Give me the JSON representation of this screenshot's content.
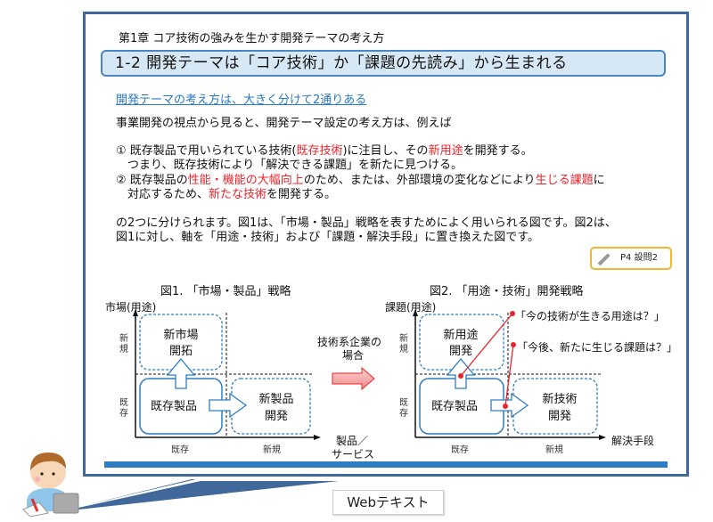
{
  "chapter": "第1章 コア技術の強みを生かす開発テーマの考え方",
  "section_title": "1-2 開発テーマは「コア技術」か「課題の先読み」から生まれる",
  "subhead": "開発テーマの考え方は、大きく分けて2通りある",
  "intro": "事業開発の視点から見ると、開発テーマ設定の考え方は、例えば",
  "item1": {
    "line1_a": "① 既存製品で用いられている技術(",
    "line1_red1": "既存技術",
    "line1_b": ")に注目し、その",
    "line1_red2": "新用途",
    "line1_c": "を開発する。",
    "line2": "　つまり、既存技術により「解決できる課題」を新たに見つける。"
  },
  "item2": {
    "line1_a": "② 既存製品の",
    "line1_red1": "性能・機能の大幅向上",
    "line1_b": "のため、または、外部環境の変化などにより",
    "line1_red2": "生じる課題",
    "line1_c": "に",
    "line2_a": "　対応するため、",
    "line2_red": "新たな技術",
    "line2_b": "を開発する。"
  },
  "summary": {
    "line1": "の2つに分けられます。図1は、「市場・製品」戦略を表すためによく用いられる図です。図2は、",
    "line2": "図1に対し、軸を「用途・技術」および「課題・解決手段」に置き換えた図です。"
  },
  "note_button": {
    "label": "P4 設問2",
    "icon": "pencil-icon"
  },
  "figure1": {
    "title": "図1. 「市場・製品」戦略",
    "y_axis": "市場(用途)",
    "x_axis_line1": "製品／",
    "x_axis_line2": "サービス",
    "y_ticks": [
      "新\n規",
      "既\n存"
    ],
    "y_tick_new": "新規",
    "y_tick_existing": "既存",
    "x_tick_existing": "既存",
    "x_tick_new": "新規",
    "box_top_left": [
      "新市場",
      "開拓"
    ],
    "box_bottom_left": "既存製品",
    "box_bottom_right": [
      "新製品",
      "開発"
    ]
  },
  "transition": {
    "line1": "技術系企業の",
    "line2": "場合"
  },
  "figure2": {
    "title": "図2. 「用途・技術」開発戦略",
    "y_axis": "課題(用途)",
    "x_axis": "解決手段",
    "y_tick_new": "新規",
    "y_tick_existing": "既存",
    "x_tick_existing": "既存",
    "x_tick_new": "新規",
    "box_top_left": [
      "新用途",
      "開発"
    ],
    "box_bottom_left": "既存製品",
    "box_bottom_right": [
      "新技術",
      "開発"
    ],
    "callout1": "「今の技術が生きる用途は？」",
    "callout2": "「今後、新たに生じる課題は？」"
  },
  "footer_label": "Webテキスト",
  "colors": {
    "frame": "#41689a",
    "accent_blue": "#2e7dc4",
    "title_bg": "#d6e7f5",
    "red": "#e8242c",
    "note_border": "#f2b632"
  }
}
